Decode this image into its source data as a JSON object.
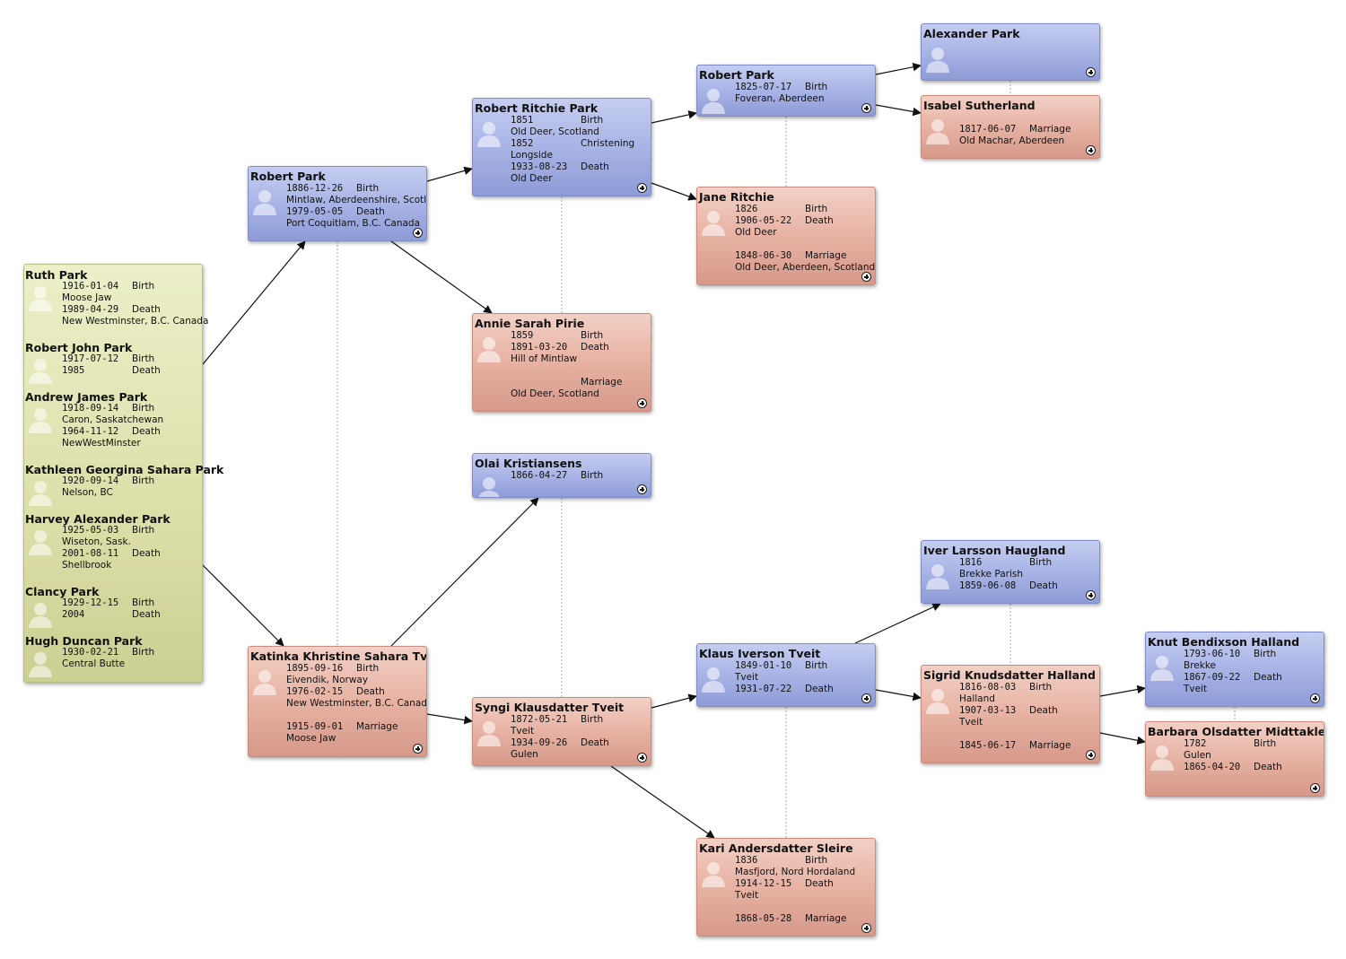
{
  "children": [
    {
      "name": "Ruth Park",
      "facts": [
        {
          "date": "1916-01-04",
          "type": "Birth",
          "place": "Moose Jaw"
        },
        {
          "date": "1989-04-29",
          "type": "Death",
          "place": "New Westminster, B.C. Canada"
        }
      ]
    },
    {
      "name": "Robert John Park",
      "facts": [
        {
          "date": "1917-07-12",
          "type": "Birth"
        },
        {
          "date": "1985",
          "type": "Death"
        }
      ]
    },
    {
      "name": "Andrew James Park",
      "facts": [
        {
          "date": "1918-09-14",
          "type": "Birth",
          "place": "Caron, Saskatchewan"
        },
        {
          "date": "1964-11-12",
          "type": "Death",
          "place": "NewWestMinster"
        }
      ]
    },
    {
      "name": "Kathleen Georgina Sahara Park",
      "facts": [
        {
          "date": "1920-09-14",
          "type": "Birth",
          "place": "Nelson, BC"
        }
      ]
    },
    {
      "name": "Harvey Alexander Park",
      "facts": [
        {
          "date": "1925-05-03",
          "type": "Birth",
          "place": "Wiseton, Sask."
        },
        {
          "date": "2001-08-11",
          "type": "Death",
          "place": "Shellbrook"
        }
      ]
    },
    {
      "name": "Clancy Park",
      "facts": [
        {
          "date": "1929-12-15",
          "type": "Birth"
        },
        {
          "date": "2004",
          "type": "Death"
        }
      ]
    },
    {
      "name": "Hugh Duncan Park",
      "facts": [
        {
          "date": "1930-02-21",
          "type": "Birth",
          "place": "Central Butte"
        }
      ]
    }
  ],
  "persons": [
    {
      "id": "robert_park",
      "name": "Robert Park",
      "sex": "male",
      "facts": [
        {
          "date": "1886-12-26",
          "type": "Birth",
          "place": "Mintlaw, Aberdeenshire, Scotland"
        },
        {
          "date": "1979-05-05",
          "type": "Death",
          "place": "Port Coquitlam, B.C. Canada"
        }
      ]
    },
    {
      "id": "katinka",
      "name": "Katinka Khristine Sahara Tveit",
      "sex": "female",
      "facts": [
        {
          "date": "1895-09-16",
          "type": "Birth",
          "place": "Eivendik, Norway"
        },
        {
          "date": "1976-02-15",
          "type": "Death",
          "place": "New Westminster, B.C. Canada"
        },
        {
          "gap": true
        },
        {
          "date": "1915-09-01",
          "type": "Marriage",
          "place": "Moose Jaw"
        }
      ]
    },
    {
      "id": "robert_ritchie_park",
      "name": "Robert Ritchie Park",
      "sex": "male",
      "facts": [
        {
          "date": "1851",
          "type": "Birth",
          "place": "Old Deer, Scotland"
        },
        {
          "date": "1852",
          "type": "Christening",
          "place": "Longside"
        },
        {
          "date": "1933-08-23",
          "type": "Death",
          "place": "Old Deer"
        }
      ]
    },
    {
      "id": "annie",
      "name": "Annie Sarah Pirie",
      "sex": "female",
      "facts": [
        {
          "date": "1859",
          "type": "Birth"
        },
        {
          "date": "1891-03-20",
          "type": "Death",
          "place": "Hill of Mintlaw"
        },
        {
          "gap": true
        },
        {
          "date": "",
          "type": "Marriage",
          "place": "Old Deer, Scotland"
        }
      ]
    },
    {
      "id": "olai",
      "name": "Olai Kristiansens",
      "sex": "male",
      "facts": [
        {
          "date": "1866-04-27",
          "type": "Birth"
        }
      ]
    },
    {
      "id": "syngi",
      "name": "Syngi Klausdatter Tveit",
      "sex": "female",
      "facts": [
        {
          "date": "1872-05-21",
          "type": "Birth",
          "place": "Tveit"
        },
        {
          "date": "1934-09-26",
          "type": "Death",
          "place": "Gulen"
        }
      ]
    },
    {
      "id": "robert_sr",
      "name": "Robert  Park",
      "sex": "male",
      "facts": [
        {
          "date": "1825-07-17",
          "type": "Birth",
          "place": "Foveran, Aberdeen"
        }
      ]
    },
    {
      "id": "jane",
      "name": "Jane Ritchie",
      "sex": "female",
      "facts": [
        {
          "date": "1826",
          "type": "Birth"
        },
        {
          "date": "1906-05-22",
          "type": "Death",
          "place": "Old Deer"
        },
        {
          "gap": true
        },
        {
          "date": "1848-06-30",
          "type": "Marriage",
          "place": "Old Deer, Aberdeen, Scotland"
        }
      ]
    },
    {
      "id": "klaus",
      "name": "Klaus Iverson Tveit",
      "sex": "male",
      "facts": [
        {
          "date": "1849-01-10",
          "type": "Birth",
          "place": "Tveit"
        },
        {
          "date": "1931-07-22",
          "type": "Death"
        }
      ]
    },
    {
      "id": "kari",
      "name": "Kari Andersdatter Sleire",
      "sex": "female",
      "facts": [
        {
          "date": "1836",
          "type": "Birth",
          "place": "Masfjord, Nord Hordaland"
        },
        {
          "date": "1914-12-15",
          "type": "Death",
          "place": "Tveit"
        },
        {
          "gap": true
        },
        {
          "date": "1868-05-28",
          "type": "Marriage"
        }
      ]
    },
    {
      "id": "alexander",
      "name": "Alexander Park",
      "sex": "male",
      "facts": []
    },
    {
      "id": "isabel",
      "name": "Isabel Sutherland",
      "sex": "female",
      "facts": [
        {
          "gap": true
        },
        {
          "date": "1817-06-07",
          "type": "Marriage",
          "place": "Old Machar, Aberdeen"
        }
      ]
    },
    {
      "id": "iver",
      "name": "Iver Larsson Haugland",
      "sex": "male",
      "facts": [
        {
          "date": "1816",
          "type": "Birth",
          "place": "Brekke Parish"
        },
        {
          "date": "1859-06-08",
          "type": "Death"
        }
      ]
    },
    {
      "id": "sigrid",
      "name": "Sigrid Knudsdatter Halland",
      "sex": "female",
      "facts": [
        {
          "date": "1816-08-03",
          "type": "Birth",
          "place": "Halland"
        },
        {
          "date": "1907-03-13",
          "type": "Death",
          "place": "Tveit"
        },
        {
          "gap": true
        },
        {
          "date": "1845-06-17",
          "type": "Marriage"
        }
      ]
    },
    {
      "id": "knut",
      "name": "Knut Bendixson Halland",
      "sex": "male",
      "facts": [
        {
          "date": "1793-06-10",
          "type": "Birth",
          "place": "Brekke"
        },
        {
          "date": "1867-09-22",
          "type": "Death",
          "place": "Tveit"
        }
      ]
    },
    {
      "id": "barbara",
      "name": "Barbara Olsdatter Midttakle",
      "sex": "female",
      "facts": [
        {
          "date": "1782",
          "type": "Birth",
          "place": "Gulen"
        },
        {
          "date": "1865-04-20",
          "type": "Death"
        }
      ]
    }
  ],
  "colors": {
    "male": "#a9b4e6",
    "female": "#e7b2a3",
    "children": "#dcdfa8",
    "link": "#111111",
    "couple_link": "#aaaaaa"
  }
}
